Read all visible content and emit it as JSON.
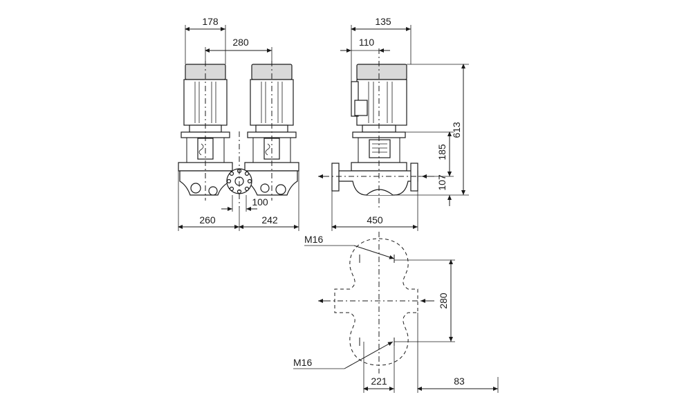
{
  "drawing": {
    "front_view": {
      "dim_motor_width": "178",
      "dim_shaft_spacing": "280",
      "dim_left_half": "260",
      "dim_right_half": "242",
      "dim_center_offset": "100"
    },
    "side_view": {
      "dim_motor_depth": "135",
      "dim_shaft_offset": "110",
      "dim_total_height": "613",
      "dim_flange_height": "185",
      "dim_inlet_height": "107",
      "dim_port_to_port": "450"
    },
    "plan_view": {
      "thread_label_top": "M16",
      "thread_label_bottom": "M16",
      "dim_bolt_spacing": "280",
      "dim_bolt_offset": "221",
      "dim_edge_offset": "83"
    }
  }
}
